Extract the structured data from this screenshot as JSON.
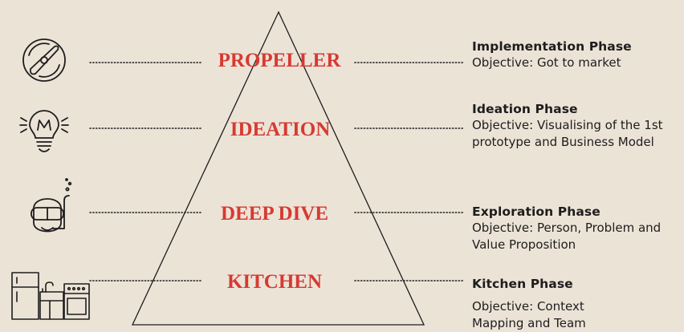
{
  "pyramid": {
    "levels": [
      {
        "label": "PROPELLER",
        "icon": "propeller-icon"
      },
      {
        "label": "IDEATION",
        "icon": "lightbulb-icon"
      },
      {
        "label": "DEEP DIVE",
        "icon": "diver-icon"
      },
      {
        "label": "KITCHEN",
        "icon": "kitchen-icon"
      }
    ]
  },
  "phases": [
    {
      "title": "Implementation Phase",
      "objective": "Objective: Got to market"
    },
    {
      "title": "Ideation Phase",
      "objective": "Objective: Visualising of the 1st prototype and Business Model"
    },
    {
      "title": "Exploration Phase",
      "objective": "Objective: Person, Problem and Value Proposition"
    },
    {
      "title": "Kitchen Phase",
      "objective": "Objective: Context Mapping and Team"
    }
  ],
  "colors": {
    "background": "#ece3d7",
    "label": "#d63a32",
    "ink": "#1d1d1d"
  }
}
